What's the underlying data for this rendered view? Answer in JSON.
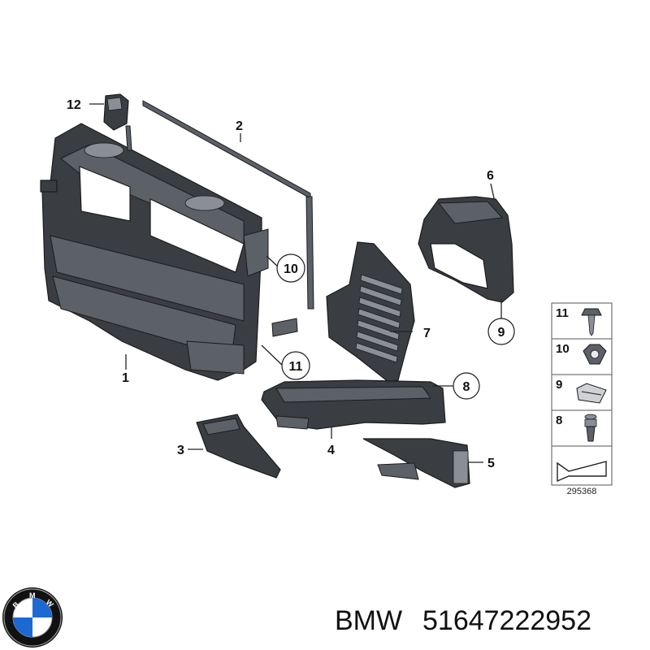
{
  "callouts": {
    "c1": "1",
    "c2": "2",
    "c3": "3",
    "c4": "4",
    "c5": "5",
    "c6": "6",
    "c7": "7",
    "c8": "8",
    "c9": "9",
    "c10": "10",
    "c11": "11",
    "c12": "12"
  },
  "legend": {
    "rows": [
      "11",
      "10",
      "9",
      "8"
    ],
    "diagram_id": "295368"
  },
  "footer": {
    "brand": "BMW",
    "part_number": "51647222952"
  },
  "logo": {
    "text": "BMW",
    "colors": {
      "blue": "#1c69d4",
      "ring": "#111111"
    }
  }
}
